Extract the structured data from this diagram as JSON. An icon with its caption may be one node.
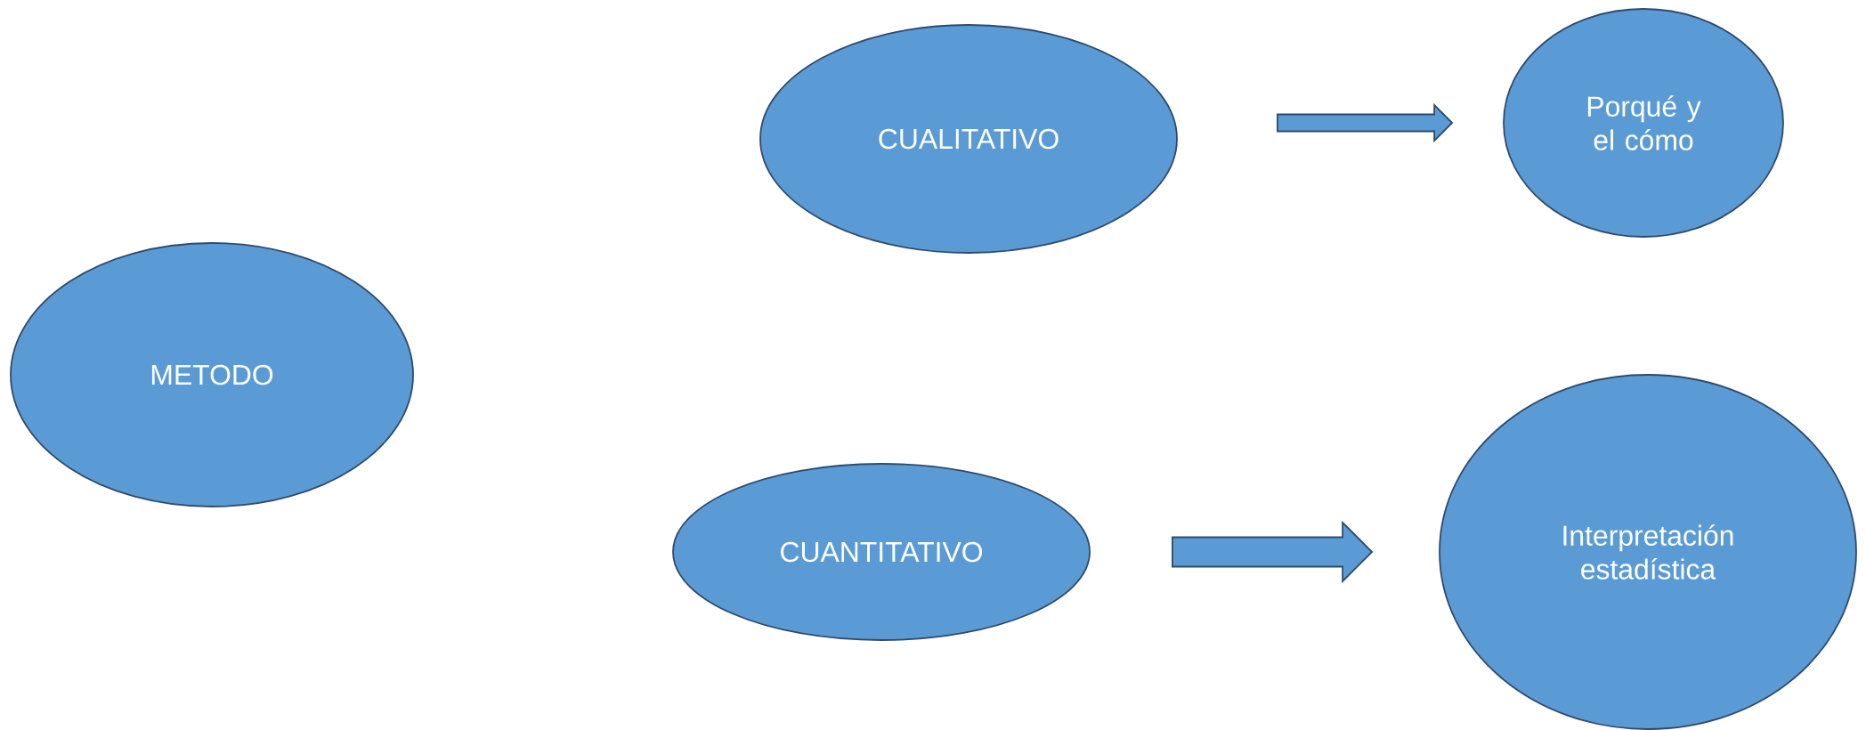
{
  "diagram": {
    "nodes": [
      {
        "text": [
          "METODO"
        ]
      },
      {
        "text": [
          "CUALITATIVO"
        ]
      },
      {
        "text": [
          "Porqué y el cómo"
        ]
      },
      {
        "text": [
          "CUANTITATIVO"
        ]
      },
      {
        "text": [
          "Interpretación estadística"
        ]
      }
    ],
    "edges": [
      {
        "from": 1,
        "to": 2,
        "arrow": "to"
      },
      {
        "from": 3,
        "to": 4,
        "arrow": "to"
      }
    ]
  }
}
